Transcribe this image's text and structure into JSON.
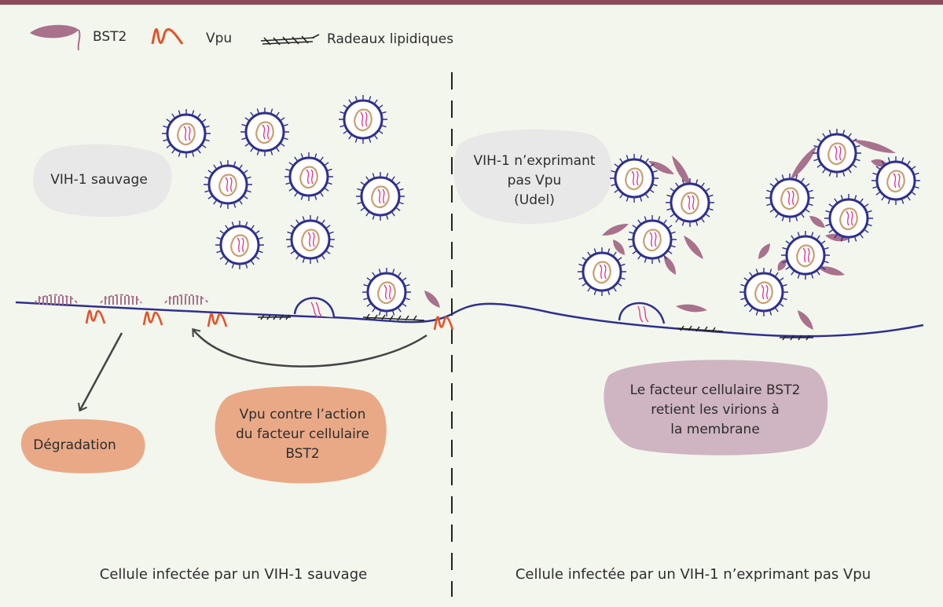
{
  "legend": {
    "bst2": "BST2",
    "vpu": "Vpu",
    "rafts": "Radeaux lipidiques"
  },
  "left": {
    "blob_label": "VIH-1 sauvage",
    "degradation": "Dégradation",
    "vpu_action": [
      "Vpu contre l’action",
      "du facteur cellulaire",
      "BST2"
    ],
    "caption": "Cellule infectée par un VIH-1 sauvage"
  },
  "right": {
    "blob_label": [
      "VIH-1 n’exprimant",
      "pas Vpu",
      "(Udel)"
    ],
    "bst2_action": [
      "Le facteur cellulaire BST2",
      "retient les virions à",
      "la membrane"
    ],
    "caption": "Cellule infectée par un VIH-1 n’exprimant pas Vpu"
  },
  "colors": {
    "top_bar": "#8b4a5c",
    "background": "#f3f6ed",
    "membrane": "#2f2f8f",
    "bst2": "#a8718c",
    "vpu": "#e2532a",
    "capsid": "#c9a06b",
    "rna": "#e0308f",
    "blob_grey": "#e8e8e8",
    "blob_orange": "#e9a987",
    "blob_mauve": "#cfb4c2"
  }
}
